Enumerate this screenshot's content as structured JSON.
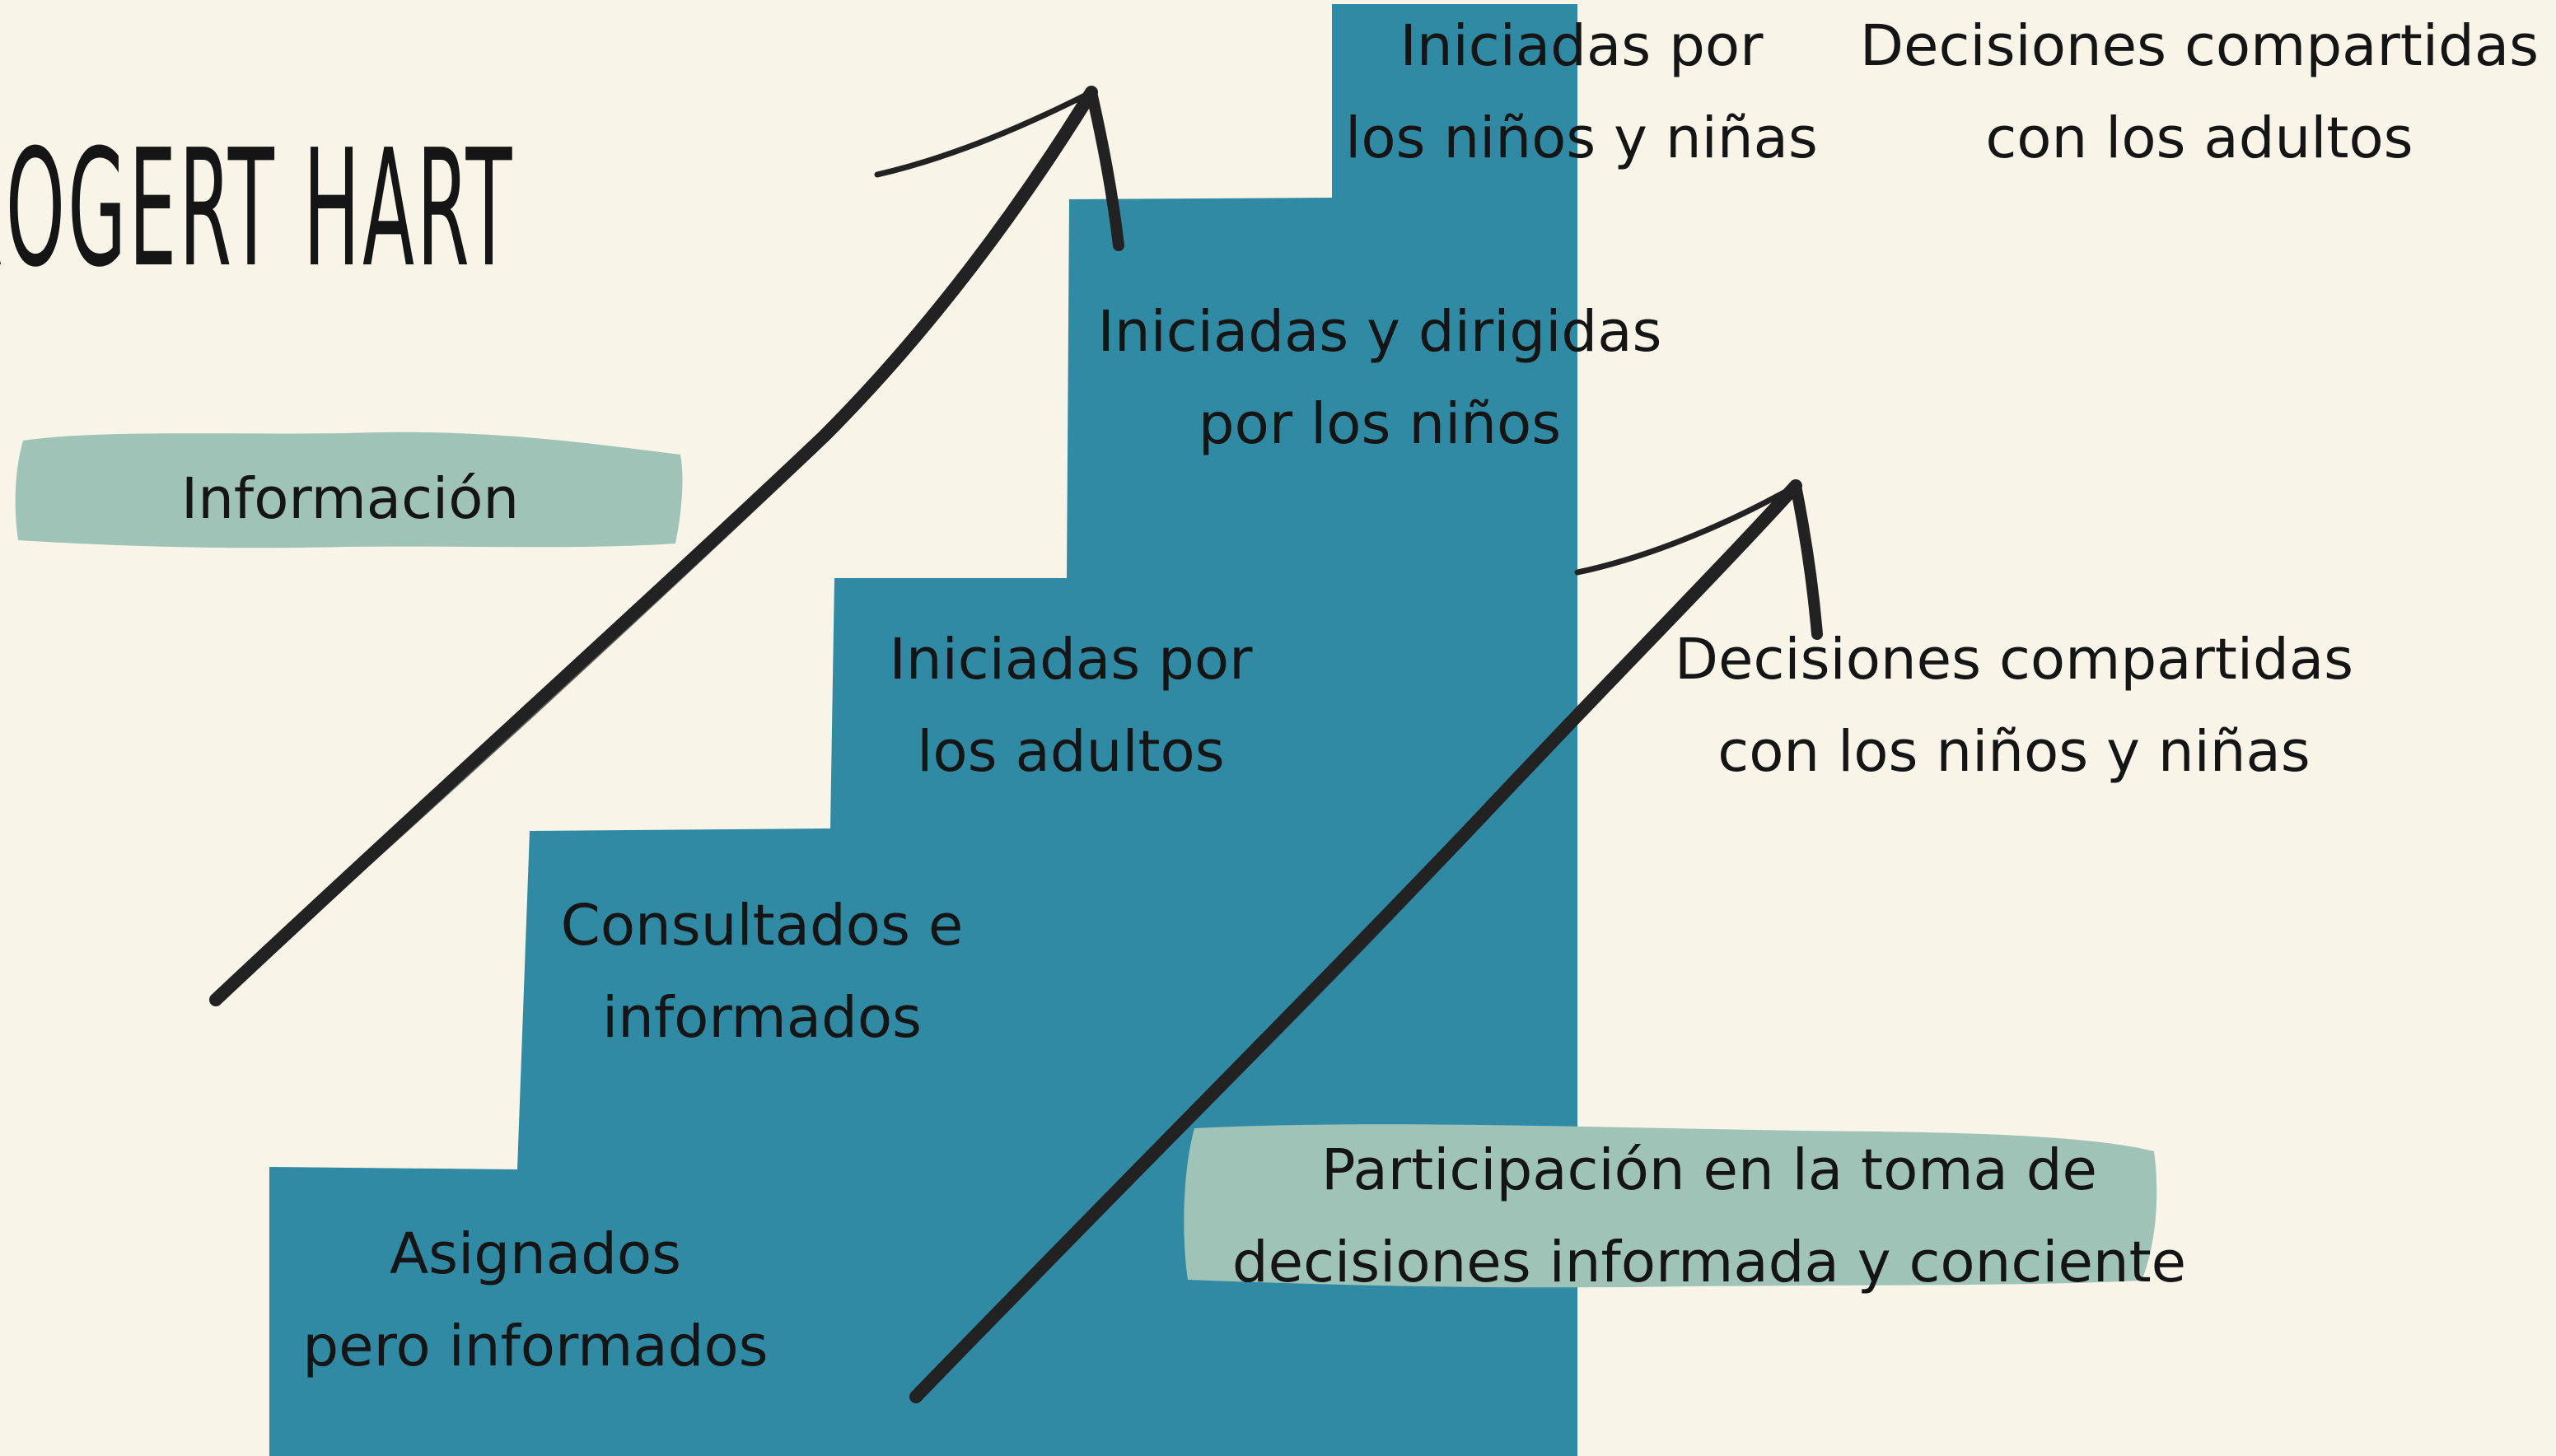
{
  "title": "ROGERT HART",
  "highlight_informacion": "Información",
  "highlight_participacion": [
    "Participación en la toma de",
    "decisiones informada y conciente"
  ],
  "steps": [
    {
      "lines": [
        "Asignados",
        "pero informados"
      ]
    },
    {
      "lines": [
        "Consultados e",
        "informados"
      ]
    },
    {
      "lines": [
        "Iniciadas por",
        "los adultos"
      ]
    },
    {
      "lines": [
        "Iniciadas y dirigidas",
        "por los niños"
      ]
    },
    {
      "lines": [
        "Iniciadas por",
        "los niños y niñas"
      ]
    }
  ],
  "side_labels": [
    {
      "lines": [
        "Decisiones compartidas",
        "con los adultos"
      ]
    },
    {
      "lines": [
        "Decisiones compartidas",
        "con los niños y niñas"
      ]
    }
  ],
  "colors": {
    "background": "#f8f4e8",
    "stairs": "#318aa4",
    "highlight": "#9fc3b6",
    "arrow": "#222222"
  },
  "icons": [
    "arrow-up-right-icon",
    "arrow-up-right-icon"
  ]
}
